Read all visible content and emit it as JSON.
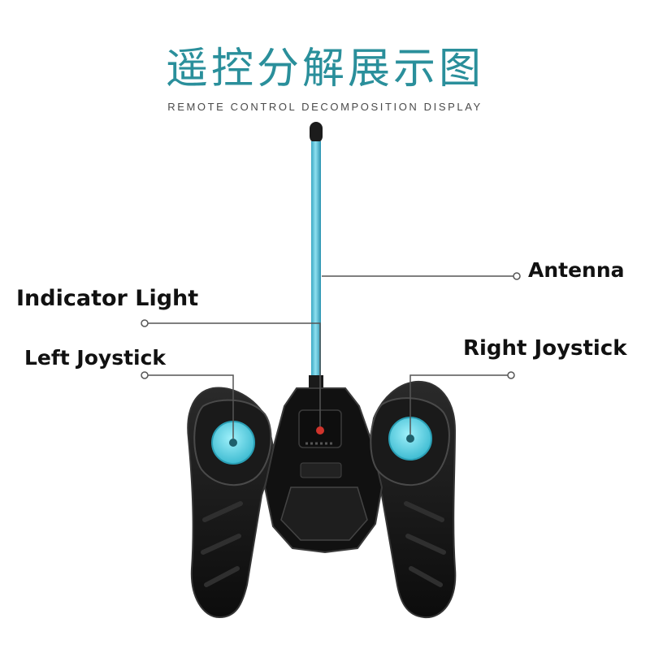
{
  "header": {
    "title_cn": "遥控分解展示图",
    "title_en": "REMOTE CONTROL DECOMPOSITION DISPLAY"
  },
  "labels": {
    "antenna": "Antenna",
    "indicator_light": "Indicator Light",
    "left_joystick": "Left Joystick",
    "right_joystick": "Right Joystick"
  },
  "colors": {
    "title": "#2a8f9b",
    "antenna": "#5bc5de",
    "joystick": "#56cfe0",
    "body": "#141414",
    "indicator": "#d0342c",
    "leader_line": "#555555"
  }
}
